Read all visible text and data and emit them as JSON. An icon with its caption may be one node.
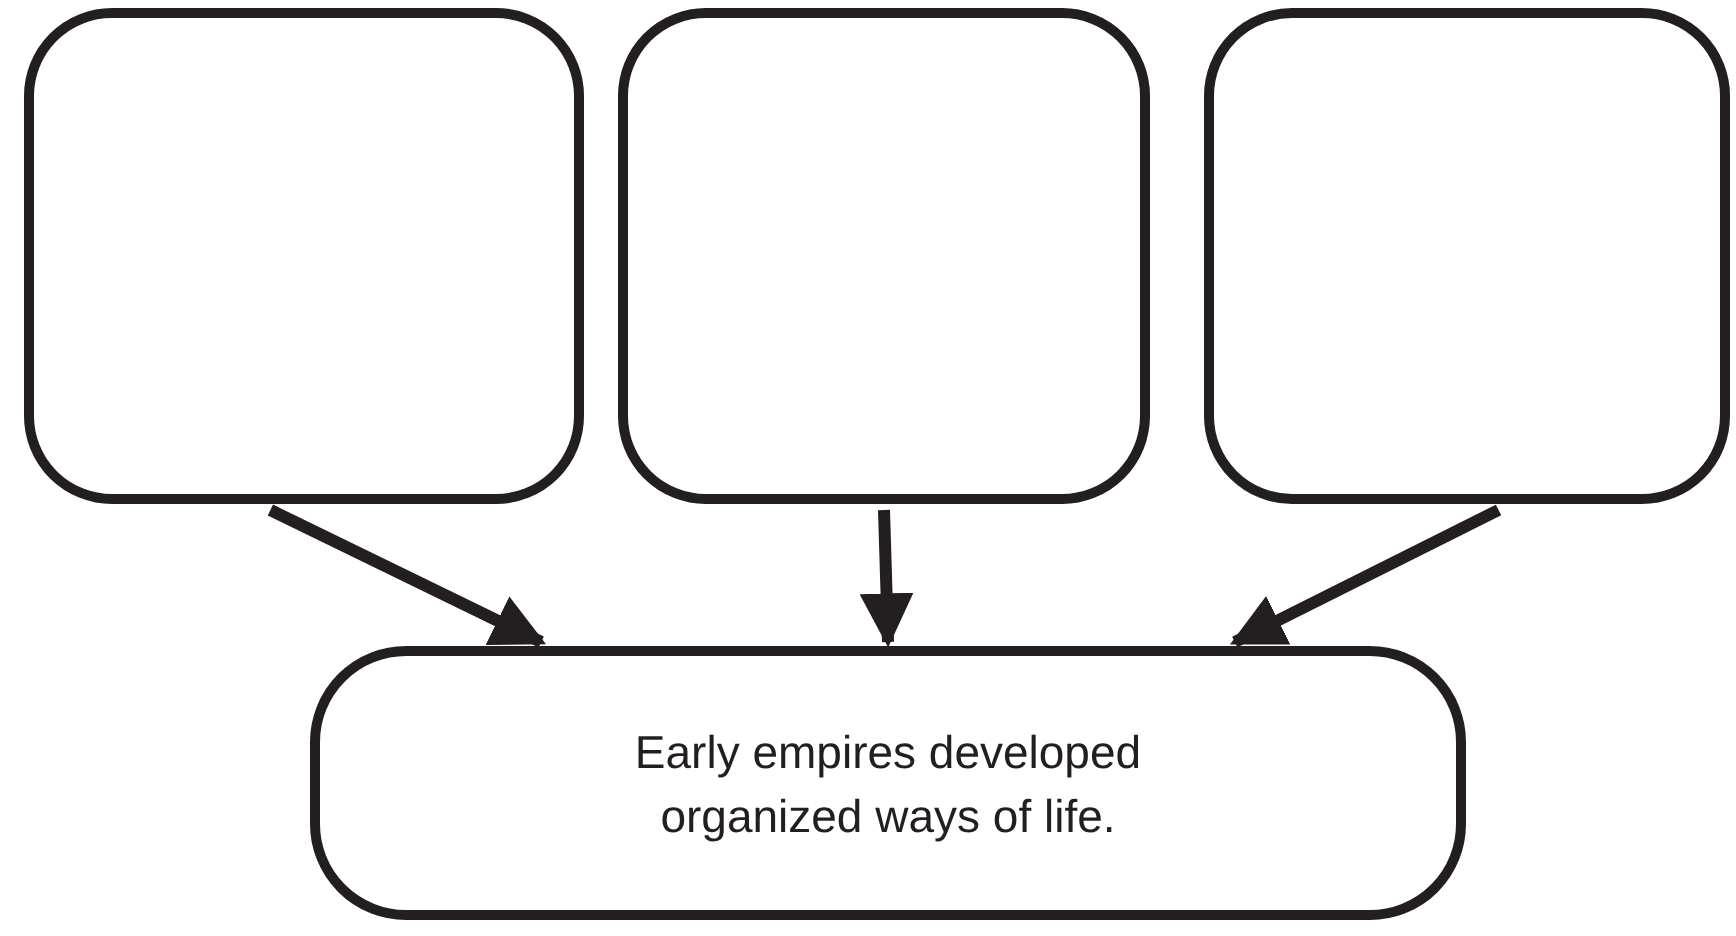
{
  "diagram": {
    "nodes": [
      {
        "text": [],
        "shape": "box"
      },
      {
        "text": [],
        "shape": "box"
      },
      {
        "text": [],
        "shape": "box"
      },
      {
        "text": [
          "Early empires developed organized ways of life."
        ]
      }
    ],
    "edges": [
      {
        "from": 0,
        "to": 3,
        "arrow": "to"
      },
      {
        "from": 1,
        "to": 3,
        "arrow": "to"
      },
      {
        "from": 2,
        "to": 3,
        "arrow": "to"
      }
    ]
  }
}
